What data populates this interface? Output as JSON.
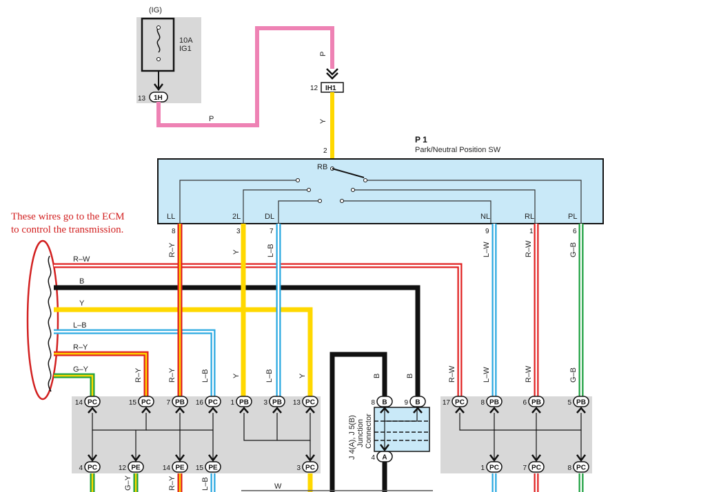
{
  "fuse": {
    "supply": "(IG)",
    "rating": "10A",
    "name": "IG1",
    "pin": "13",
    "connector": "1H"
  },
  "ih1": {
    "pin": "12",
    "connector": "IH1"
  },
  "switch": {
    "id": "P 1",
    "name": "Park/Neutral Position SW",
    "input_pin": "2",
    "common": "RB",
    "outputs": [
      {
        "label": "LL",
        "pin": "8"
      },
      {
        "label": "2L",
        "pin": "3"
      },
      {
        "label": "DL",
        "pin": "7"
      },
      {
        "label": "NL",
        "pin": "9"
      },
      {
        "label": "RL",
        "pin": "1"
      },
      {
        "label": "PL",
        "pin": "6"
      }
    ]
  },
  "annotation": {
    "line1": "These wires go to the ECM",
    "line2": "to control the transmission."
  },
  "wire_colors": {
    "P": "P",
    "Y": "Y",
    "R_Y": "R–Y",
    "L_B": "L–B",
    "L_W": "L–W",
    "R_W": "R–W",
    "G_B": "G–B",
    "B": "B",
    "G_Y": "G–Y",
    "W": "W"
  },
  "ecm_bundle": [
    "R–W",
    "B",
    "Y",
    "L–B",
    "R–Y",
    "G–Y"
  ],
  "junction": {
    "line1": "J 4(A), J 5(B)",
    "line2": "Junction",
    "line3": "Connector"
  },
  "left_block": {
    "top": [
      {
        "pin": "14",
        "conn": "PC"
      },
      {
        "pin": "15",
        "conn": "PC"
      },
      {
        "pin": "7",
        "conn": "PB"
      },
      {
        "pin": "16",
        "conn": "PC"
      },
      {
        "pin": "1",
        "conn": "PB"
      },
      {
        "pin": "3",
        "conn": "PB"
      },
      {
        "pin": "13",
        "conn": "PC"
      }
    ],
    "bottom": [
      {
        "pin": "4",
        "conn": "PC"
      },
      {
        "pin": "12",
        "conn": "PE"
      },
      {
        "pin": "14",
        "conn": "PE"
      },
      {
        "pin": "15",
        "conn": "PE"
      },
      {
        "pin": "3",
        "conn": "PC"
      }
    ]
  },
  "junction_pins": {
    "top": [
      {
        "pin": "8",
        "conn": "B"
      },
      {
        "pin": "9",
        "conn": "B"
      }
    ],
    "bottom": {
      "pin": "4",
      "conn": "A"
    }
  },
  "right_block": {
    "top": [
      {
        "pin": "17",
        "conn": "PC"
      },
      {
        "pin": "8",
        "conn": "PB"
      },
      {
        "pin": "6",
        "conn": "PB"
      },
      {
        "pin": "5",
        "conn": "PB"
      }
    ],
    "bottom": [
      {
        "pin": "1",
        "conn": "PC"
      },
      {
        "pin": "7",
        "conn": "PC"
      },
      {
        "pin": "8",
        "conn": "PC"
      }
    ]
  },
  "colors": {
    "pink": "#ee82b4",
    "yellow": "#ffd800",
    "red": "#e02020",
    "blue": "#29a8e0",
    "green": "#1ea040",
    "black": "#111111",
    "switch_fill": "#c9e9f8",
    "block_fill": "#d8d8d8",
    "note_red": "#d22020"
  }
}
